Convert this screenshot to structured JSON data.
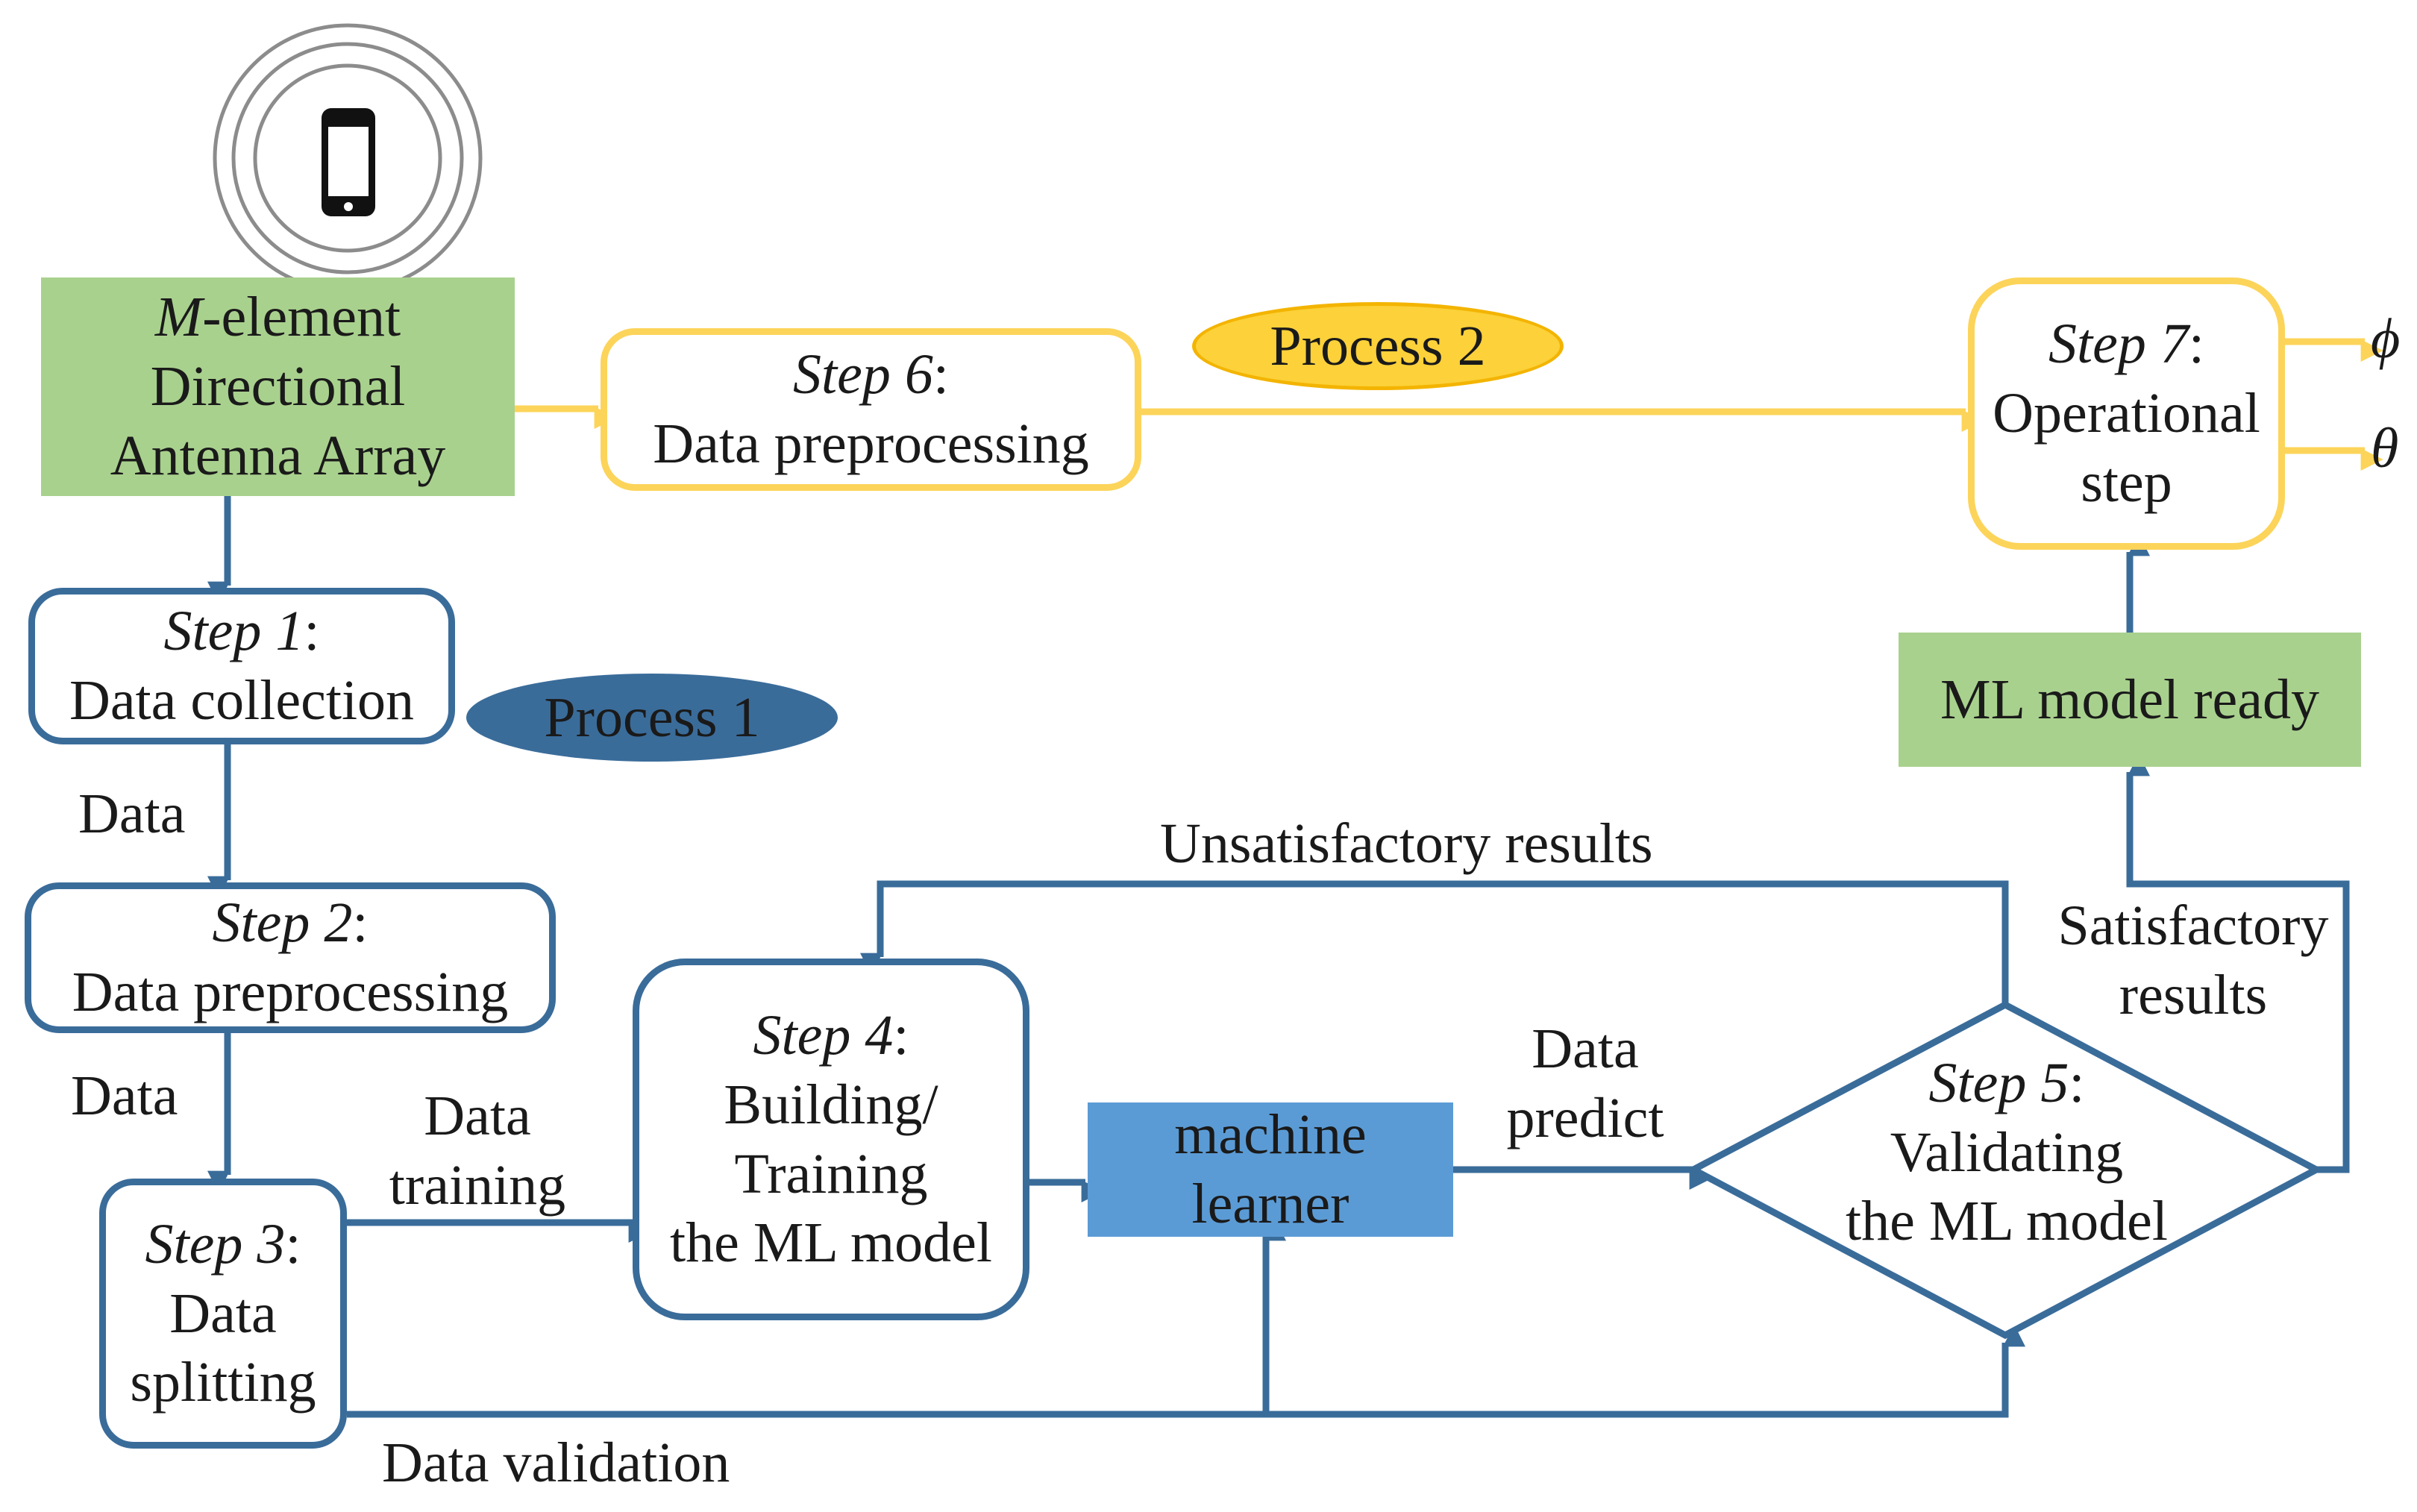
{
  "antenna": {
    "label_italic": "M",
    "label_rest": "-element",
    "line2": "Directional",
    "line3": "Antenna Array"
  },
  "step1": {
    "title": "Step 1",
    "colon": ":",
    "line2": "Data collection"
  },
  "step2": {
    "title": "Step 2",
    "colon": ":",
    "line2": "Data preprocessing"
  },
  "step3": {
    "title": "Step 3",
    "colon": ":",
    "line2": "Data",
    "line3": "splitting"
  },
  "step4": {
    "title": "Step 4",
    "colon": ":",
    "line2": "Building/",
    "line3": "Training",
    "line4": "the ML model"
  },
  "machine_learner": {
    "line1": "machine",
    "line2": "learner"
  },
  "step5": {
    "title": "Step 5",
    "colon": ":",
    "line2": "Validating",
    "line3": "the ML model"
  },
  "step6": {
    "title": "Step 6",
    "colon": ":",
    "line2": "Data preprocessing"
  },
  "step7": {
    "title": "Step 7",
    "colon": ":",
    "line2": "Operational",
    "line3": "step"
  },
  "ml_ready": {
    "label": "ML model ready"
  },
  "process1": {
    "label": "Process 1"
  },
  "process2": {
    "label": "Process 2"
  },
  "edge_labels": {
    "data_1": "Data",
    "data_2": "Data",
    "data_training_1": "Data",
    "data_training_2": "training",
    "data_validation": "Data validation",
    "data_predict_1": "Data",
    "data_predict_2": "predict",
    "unsatisfactory": "Unsatisfactory results",
    "satisfactory_1": "Satisfactory",
    "satisfactory_2": "results"
  },
  "outputs": {
    "phi": "ϕ",
    "theta": "θ"
  },
  "icons": {
    "device": "smartphone-icon",
    "signal": "signal-rings-icon"
  },
  "colors": {
    "blue": "#3a6c9a",
    "yellow": "#fcd45a",
    "green": "#a9d18e",
    "ml_blue": "#5b9bd5",
    "gray": "#8c8c8c"
  }
}
